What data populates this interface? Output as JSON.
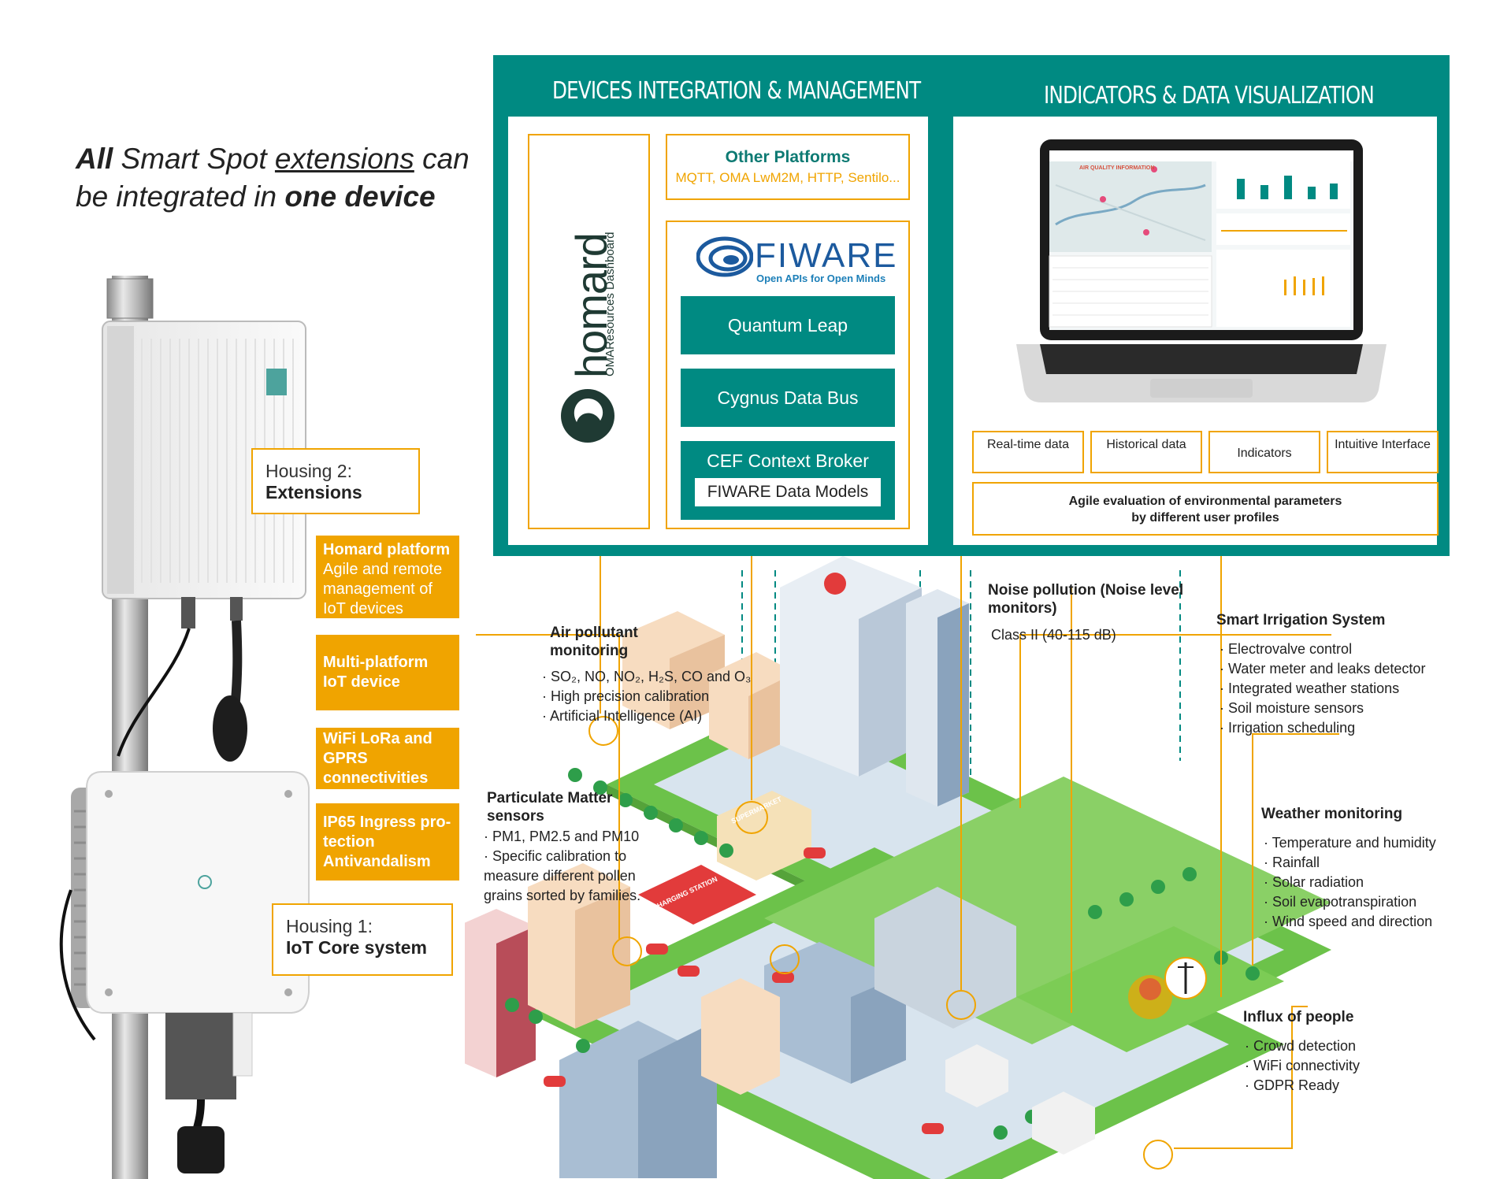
{
  "headline": {
    "w1": "All",
    "w2": " Smart Spot ",
    "w3": "extensions",
    "w4": "  can",
    "w5": "be integrated in ",
    "w6": "one device"
  },
  "housing2": {
    "line1": "Housing 2:",
    "line2": "Extensions"
  },
  "housing1": {
    "line1": "Housing 1:",
    "line2": "IoT Core system"
  },
  "features": [
    {
      "title": "Homard platform",
      "body": "Agile and remote management of IoT devices"
    },
    {
      "title": "Multi-platform IoT device",
      "body": ""
    },
    {
      "title": "WiFi LoRa and GPRS connectivities",
      "body": ""
    },
    {
      "title": "IP65 Ingress pro-tection Antivandalism",
      "body": ""
    }
  ],
  "panel_left": {
    "title": "DEVICES INTEGRATION & MANAGEMENT",
    "homard_logo": "homard",
    "homard_sub": "OMAResources Dashboard",
    "other_title": "Other Platforms",
    "other_sub": "MQTT, OMA LwM2M, HTTP, Sentilo...",
    "fiware_logo": "FIWARE",
    "fiware_tag": "Open APIs for Open Minds",
    "btn1": "Quantum Leap",
    "btn2": "Cygnus Data Bus",
    "btn3": "CEF Context Broker",
    "btn3_sub": "FIWARE Data Models"
  },
  "panel_right": {
    "title": "INDICATORS & DATA VISUALIZATION",
    "screen_title": "AIR QUALITY INFORMATION",
    "tiles": [
      "Real-time data",
      "Historical data",
      "Indicators",
      "Intuitive Interface"
    ],
    "agile": "Agile evaluation of environmental parameters by different user profiles"
  },
  "callouts": {
    "air": {
      "title": "Air pollutant monitoring",
      "items": [
        "· SO₂, NO, NO₂, H₂S, CO and O₃",
        "· High precision calibration",
        "· Artificial Intelligence (AI)"
      ]
    },
    "pm": {
      "title": "Particulate Matter sensors",
      "items": [
        "· PM1, PM2.5 and PM10",
        "· Specific calibration to measure different pollen grains sorted by families."
      ]
    },
    "noise": {
      "title": "Noise pollution (Noise level monitors)",
      "items": [
        "Class II (40-115 dB)"
      ]
    },
    "irrigation": {
      "title": "Smart Irrigation System",
      "items": [
        "· Electrovalve control",
        "· Water meter and leaks detector",
        "· Integrated weather stations",
        "· Soil moisture sensors",
        "· Irrigation scheduling"
      ]
    },
    "weather": {
      "title": "Weather monitoring",
      "items": [
        "· Temperature and humidity",
        "· Rainfall",
        "· Solar radiation",
        "· Soil evapotranspiration",
        "· Wind speed and direction"
      ]
    },
    "influx": {
      "title": "Influx of people",
      "items": [
        "· Crowd detection",
        "· WiFi connectivity",
        "· GDPR Ready"
      ]
    }
  },
  "city_signs": {
    "supermarket": "SUPERMARKET",
    "charging": "CHARGING STATION"
  },
  "colors": {
    "teal": "#008a82",
    "orange": "#f0a400",
    "grass": "#6cc24a",
    "road": "#d8e4ee"
  },
  "icons": [
    "homard-logo-icon",
    "fiware-logo-icon",
    "laptop-icon",
    "sensor-device-icon",
    "hospital-icon",
    "weather-station-icon"
  ]
}
